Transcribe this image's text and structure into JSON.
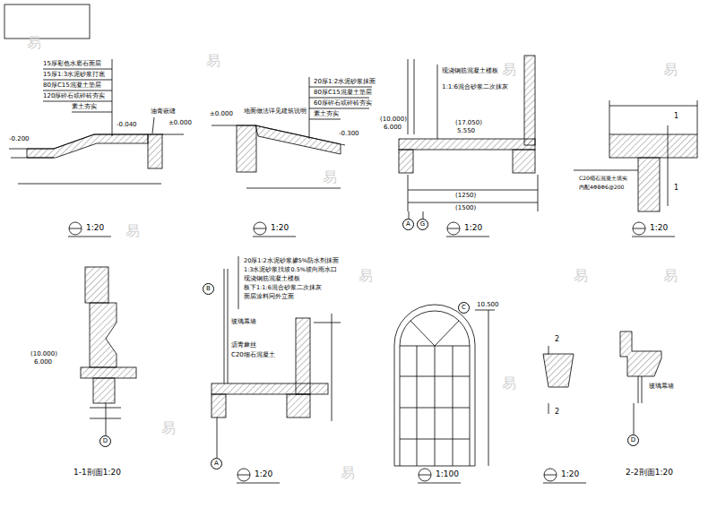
{
  "diagram": {
    "nodes": [
      {
        "text": [
          "A"
        ]
      },
      {
        "text": [
          "G"
        ]
      },
      {
        "text": [
          "D"
        ]
      },
      {
        "text": [
          "B"
        ]
      },
      {
        "text": [
          "A"
        ]
      },
      {
        "text": [
          "C"
        ]
      },
      {
        "text": [
          "D"
        ]
      }
    ],
    "labels": [
      "15厚彩色水磨石面层",
      "15厚1:3水泥砂浆打底",
      "80厚C15混凝土垫层",
      "120厚碎石或碎砖夯实",
      "素土夯实",
      "-0.040",
      "±0.000",
      "-0.200",
      "油膏嵌缝",
      "1:20",
      "地面做法详见建筑说明",
      "20厚1:2水泥砂浆抹面",
      "80厚C15混凝土垫层",
      "60厚碎石或碎砖夯实",
      "素土夯实",
      "±0.000",
      "-0.300",
      "1:20",
      "现浇钢筋混凝土楼板",
      "1:1:6混合砂浆二次抹灰",
      "(10.000)",
      "6.000",
      "(17.050)",
      "5.550",
      "(1250)",
      "(1500)",
      "1:20",
      "1",
      "1",
      "C20细石混凝土填实",
      "内配4Φ8Φ6@200",
      "1:20",
      "(10.000)",
      "6.000",
      "1-1剖面1:20",
      "20厚1:2水泥砂浆掺5%防水剂抹面",
      "1:3水泥砂浆找坡0.5%坡向雨水口",
      "现浇钢筋混凝土楼板",
      "板下1:1:6混合砂浆二次抹灰",
      "面层涂料同外立面",
      "玻璃幕墙",
      "沥青麻丝",
      "C20细石混凝土",
      "1:20",
      "10.500",
      "1:100",
      "2",
      "2",
      "1:20",
      "玻璃幕墙",
      "2-2剖面1:20",
      "易",
      "易",
      "易",
      "易",
      "易",
      "易",
      "易",
      "易",
      "易",
      "易",
      "易",
      "易"
    ]
  }
}
